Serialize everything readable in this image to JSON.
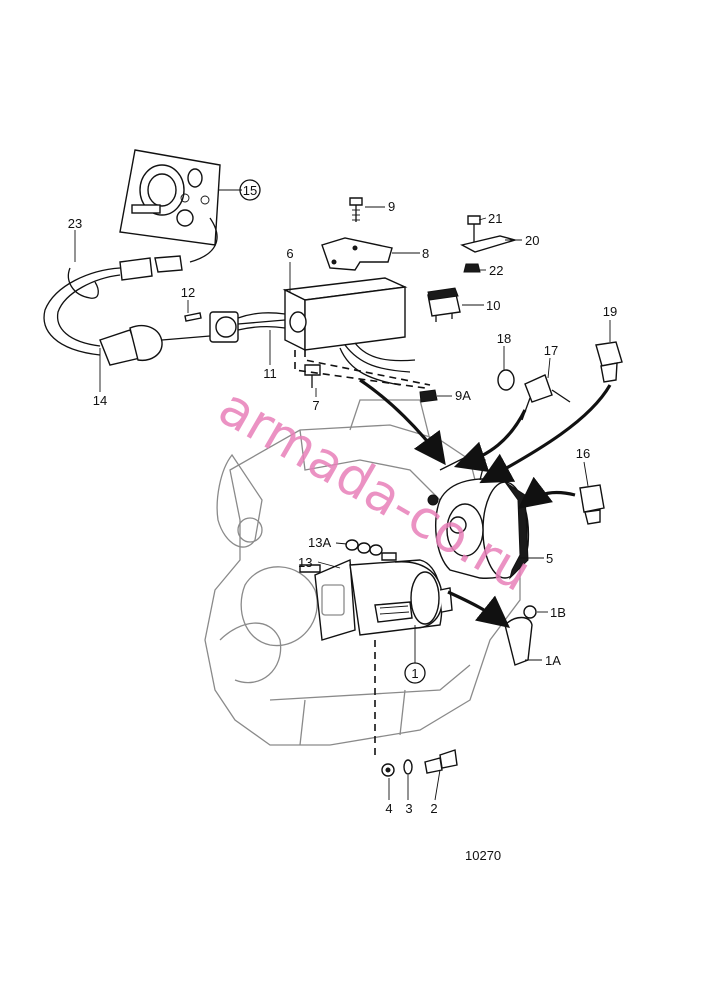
{
  "labels": {
    "l1": "1",
    "l1A": "1A",
    "l1B": "1B",
    "l2": "2",
    "l3": "3",
    "l4": "4",
    "l5": "5",
    "l6": "6",
    "l7": "7",
    "l8": "8",
    "l9": "9",
    "l9A": "9A",
    "l10": "10",
    "l11": "11",
    "l12": "12",
    "l13": "13",
    "l13A": "13A",
    "l14": "14",
    "l15": "15",
    "l16": "16",
    "l17": "17",
    "l18": "18",
    "l19": "19",
    "l20": "20",
    "l21": "21",
    "l22": "22",
    "l23": "23"
  },
  "drawing_number": "10270",
  "watermark": "armada-co.ru",
  "colors": {
    "watermark": "#e87fb8",
    "ink": "#111111",
    "engine_outline": "#8a8a8a"
  }
}
